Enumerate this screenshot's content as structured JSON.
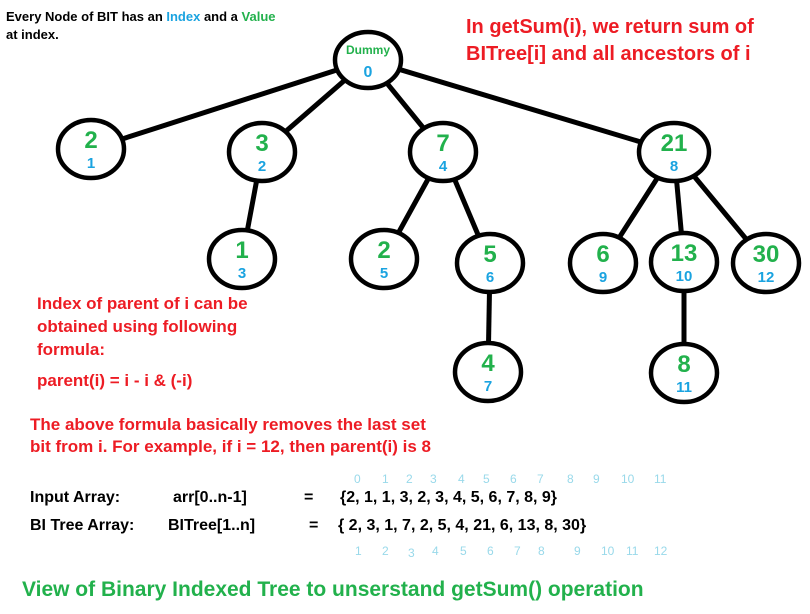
{
  "legend": {
    "line1_prefix": "Every Node of BIT has an ",
    "index_word": "Index",
    "line1_middle": " and a ",
    "value_word": "Value",
    "line2": "at index."
  },
  "getsum_note": {
    "line1": "In getSum(i), we return sum of",
    "line2": "BITree[i] and all ancestors of i"
  },
  "parent_note": {
    "line1": "Index of parent of i can be",
    "line2": "obtained using following",
    "line3": "formula:",
    "formula": "parent(i) = i - i & (-i)"
  },
  "removes_note": {
    "line1": "The above formula basically removes the last set",
    "line2": "bit from i.  For example, if i = 12, then parent(i) is 8"
  },
  "root": {
    "label": "Dummy",
    "index": "0"
  },
  "tree_nodes": [
    {
      "id": "n1",
      "value": "2",
      "index": "1",
      "parent": "root"
    },
    {
      "id": "n2",
      "value": "3",
      "index": "2",
      "parent": "root"
    },
    {
      "id": "n4",
      "value": "7",
      "index": "4",
      "parent": "root"
    },
    {
      "id": "n8",
      "value": "21",
      "index": "8",
      "parent": "root"
    },
    {
      "id": "n3",
      "value": "1",
      "index": "3",
      "parent": "n2"
    },
    {
      "id": "n5",
      "value": "2",
      "index": "5",
      "parent": "n4"
    },
    {
      "id": "n6",
      "value": "5",
      "index": "6",
      "parent": "n4"
    },
    {
      "id": "n7",
      "value": "4",
      "index": "7",
      "parent": "n6"
    },
    {
      "id": "n9",
      "value": "6",
      "index": "9",
      "parent": "n8"
    },
    {
      "id": "n10",
      "value": "13",
      "index": "10",
      "parent": "n8"
    },
    {
      "id": "n11",
      "value": "8",
      "index": "11",
      "parent": "n10"
    },
    {
      "id": "n12",
      "value": "30",
      "index": "12",
      "parent": "n8"
    }
  ],
  "input_array": {
    "label": "Input Array:",
    "name": "arr[0..n-1]",
    "equals": "=",
    "values": "{2,  1,  1,  3,  2,  3,  4,  5,   6,  7,   8,    9}",
    "indices": [
      "0",
      "1",
      "2",
      "3",
      "4",
      "5",
      "6",
      "7",
      "8",
      "9",
      "10",
      "11"
    ]
  },
  "bit_array": {
    "label": "BI Tree Array:",
    "name": "BITree[1..n]",
    "equals": "=",
    "values": "{ 2,  3,  1,  7,  2,  5,  4, 21,  6, 13, 8,  30}",
    "indices": [
      "1",
      "2",
      "3",
      "4",
      "5",
      "6",
      "7",
      "8",
      "9",
      "10",
      "11",
      "12"
    ]
  },
  "title": "View of Binary Indexed Tree to unserstand getSum() operation",
  "colors": {
    "value": "#22b14c",
    "index": "#1aa3e0",
    "note": "#ed1c24",
    "array_index": "#99d9ea"
  }
}
